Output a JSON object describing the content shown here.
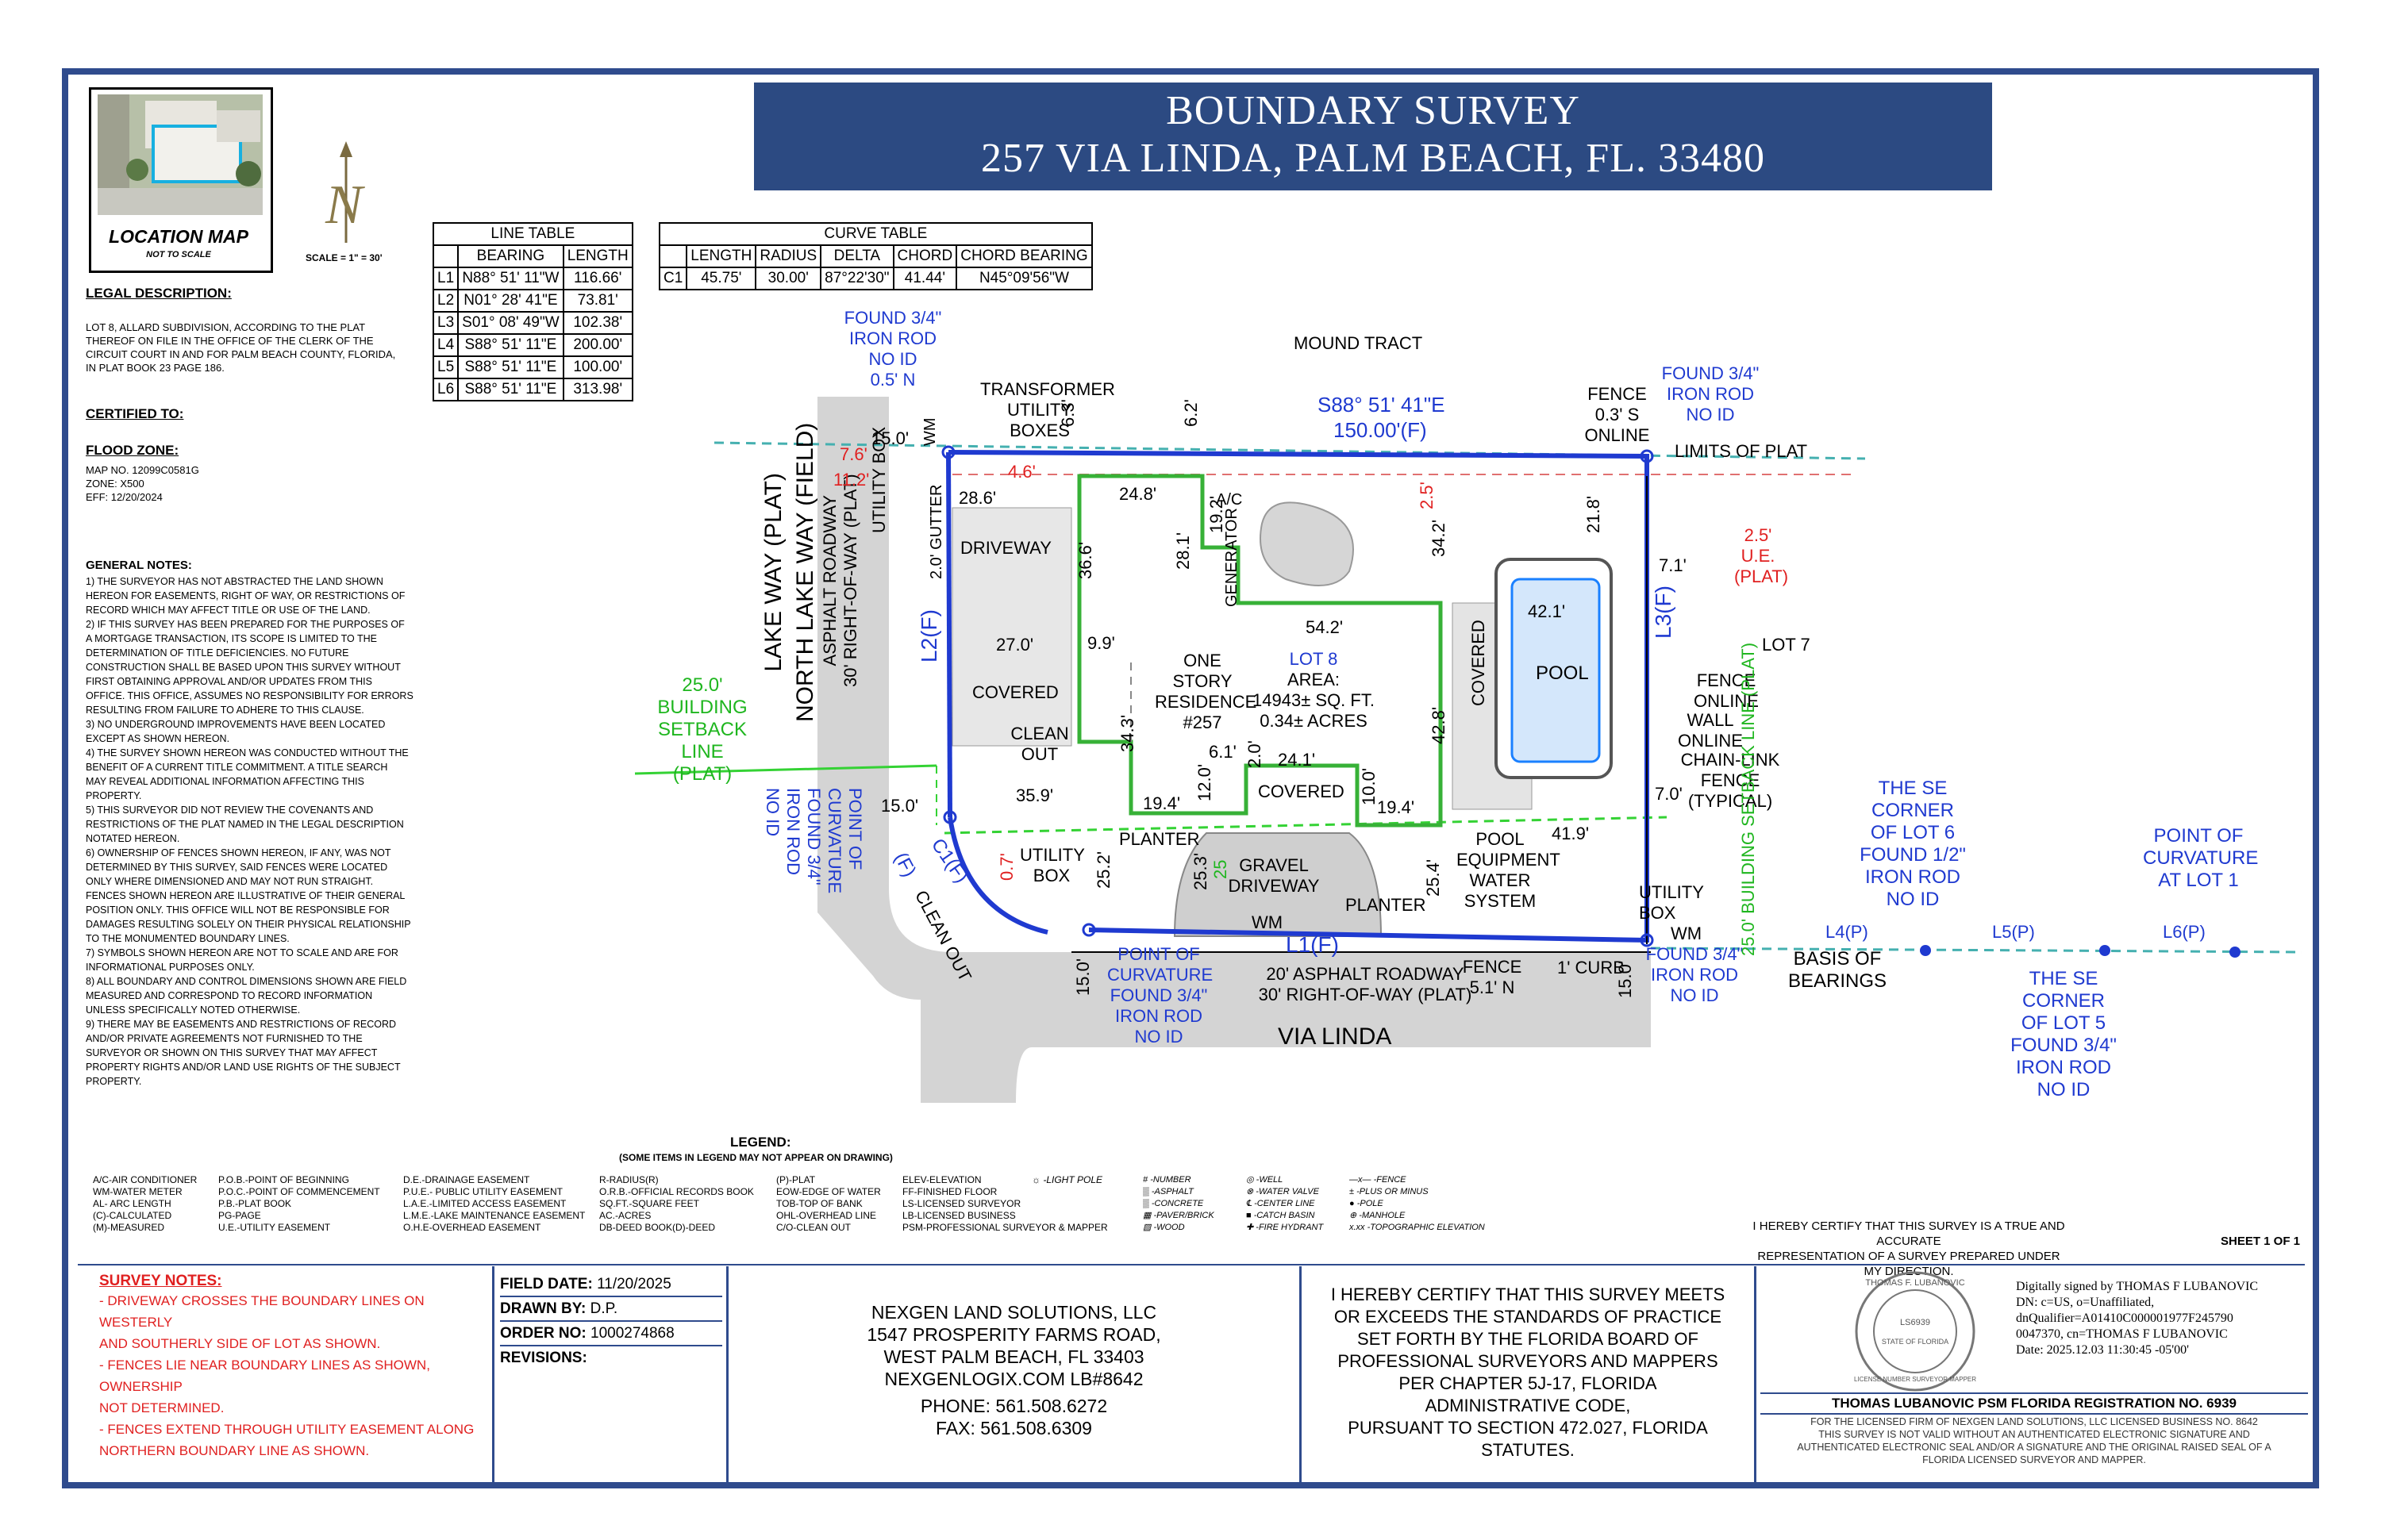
{
  "title": {
    "line1": "BOUNDARY SURVEY",
    "line2": "257 VIA LINDA, PALM BEACH, FL. 33480"
  },
  "location_map": {
    "label": "LOCATION MAP",
    "sub": "NOT TO SCALE"
  },
  "north": {
    "letter": "N",
    "scale": "SCALE = 1\" = 30'"
  },
  "legal": {
    "heading": "LEGAL DESCRIPTION:",
    "text": "LOT 8, ALLARD SUBDIVISION, ACCORDING TO THE PLAT THEREOF ON FILE IN THE OFFICE OF THE CLERK OF THE CIRCUIT COURT IN AND FOR PALM BEACH COUNTY, FLORIDA, IN PLAT BOOK 23 PAGE 186.",
    "certified": "CERTIFIED TO:",
    "flood_heading": "FLOOD ZONE:",
    "flood_lines": [
      "MAP NO. 12099C0581G",
      "ZONE: X500",
      "EFF: 12/20/2024"
    ]
  },
  "general_notes": {
    "heading": "GENERAL NOTES:",
    "lines": [
      "1) THE SURVEYOR HAS NOT ABSTRACTED THE LAND SHOWN",
      "HEREON FOR EASEMENTS, RIGHT OF WAY, OR RESTRICTIONS OF",
      "RECORD WHICH MAY AFFECT TITLE OR USE OF THE LAND.",
      "2) IF THIS SURVEY HAS BEEN PREPARED FOR THE PURPOSES OF",
      "A MORTGAGE TRANSACTION, ITS SCOPE IS LIMITED TO THE",
      "DETERMINATION OF TITLE DEFICIENCIES. NO FUTURE",
      "CONSTRUCTION SHALL BE BASED UPON THIS SURVEY WITHOUT",
      "FIRST OBTAINING APPROVAL AND/OR UPDATES FROM THIS",
      "OFFICE. THIS OFFICE, ASSUMES NO RESPONSIBILITY FOR ERRORS",
      "RESULTING FROM FAILURE TO ADHERE TO THIS CLAUSE.",
      "3) NO UNDERGROUND IMPROVEMENTS HAVE BEEN LOCATED",
      "EXCEPT AS SHOWN HEREON.",
      "4) THE SURVEY SHOWN HEREON WAS CONDUCTED WITHOUT THE",
      "BENEFIT OF A CURRENT TITLE COMMITMENT. A TITLE SEARCH",
      "MAY REVEAL ADDITIONAL INFORMATION AFFECTING THIS",
      "PROPERTY.",
      "5) THIS SURVEYOR DID NOT REVIEW THE COVENANTS AND",
      "RESTRICTIONS OF THE PLAT NAMED IN THE LEGAL DESCRIPTION",
      "NOTATED HEREON.",
      "6) OWNERSHIP OF FENCES SHOWN HEREON, IF ANY, WAS NOT",
      "DETERMINED BY THIS SURVEY, SAID FENCES WERE LOCATED",
      "ONLY WHERE DIMENSIONED AND MAY NOT RUN STRAIGHT.",
      "FENCES SHOWN HEREON ARE ILLUSTRATIVE OF THEIR GENERAL",
      "POSITION ONLY. THIS OFFICE WILL NOT BE RESPONSIBLE FOR",
      "DAMAGES RESULTING SOLELY ON THEIR PHYSICAL RELATIONSHIP",
      "TO THE MONUMENTED BOUNDARY LINES.",
      "7) SYMBOLS SHOWN HEREON ARE NOT TO SCALE AND ARE FOR",
      "INFORMATIONAL PURPOSES ONLY.",
      "8) ALL BOUNDARY AND CONTROL DIMENSIONS SHOWN ARE FIELD",
      "MEASURED AND CORRESPOND TO RECORD INFORMATION",
      "UNLESS SPECIFICALLY NOTED OTHERWISE.",
      "9) THERE MAY BE EASEMENTS AND RESTRICTIONS OF RECORD",
      "AND/OR PRIVATE AGREEMENTS NOT FURNISHED TO THE",
      "SURVEYOR OR SHOWN ON THIS SURVEY THAT MAY AFFECT",
      "PROPERTY RIGHTS AND/OR LAND USE RIGHTS OF THE SUBJECT",
      "PROPERTY."
    ]
  },
  "line_table": {
    "title": "LINE TABLE",
    "headers": [
      "",
      "BEARING",
      "LENGTH"
    ],
    "rows": [
      [
        "L1",
        "N88° 51' 11\"W",
        "116.66'"
      ],
      [
        "L2",
        "N01° 28' 41\"E",
        "73.81'"
      ],
      [
        "L3",
        "S01° 08' 49\"W",
        "102.38'"
      ],
      [
        "L4",
        "S88° 51' 11\"E",
        "200.00'"
      ],
      [
        "L5",
        "S88° 51' 11\"E",
        "100.00'"
      ],
      [
        "L6",
        "S88° 51' 11\"E",
        "313.98'"
      ]
    ]
  },
  "curve_table": {
    "title": "CURVE TABLE",
    "headers": [
      "",
      "LENGTH",
      "RADIUS",
      "DELTA",
      "CHORD",
      "CHORD BEARING"
    ],
    "rows": [
      [
        "C1",
        "45.75'",
        "30.00'",
        "87°22'30\"",
        "41.44'",
        "N45°09'56\"W"
      ]
    ]
  },
  "plan": {
    "mound_tract": "MOUND TRACT",
    "north_bearing": "S88° 51' 41\"E",
    "north_length": "150.00'(F)",
    "lot7": "LOT 7",
    "lot8": [
      "LOT 8",
      "AREA:",
      "14943± SQ. FT.",
      "0.34± ACRES"
    ],
    "residence": [
      "ONE STORY",
      "RESIDENCE",
      "#257"
    ],
    "driveway": "DRIVEWAY",
    "covered": "COVERED",
    "covered2": "COVERED",
    "covered3": "COVERED",
    "pool": "POOL",
    "generator": "GENERATOR",
    "ac": "A/C",
    "cleanout": [
      "CLEAN",
      "OUT"
    ],
    "cleanout2": [
      "CLEAN",
      "OUT"
    ],
    "planter": "PLANTER",
    "planter2": "PLANTER",
    "gravel": [
      "GRAVEL",
      "DRIVEWAY"
    ],
    "pool_equip": [
      "POOL",
      "EQUIPMENT",
      "WATER",
      "SYSTEM"
    ],
    "transformer": [
      "TRANSFORMER",
      "UTILITY",
      "BOXES"
    ],
    "utility_box": [
      "UTILITY",
      "BOX"
    ],
    "utility_box2": [
      "UTILITY",
      "BOX",
      "WM"
    ],
    "utility_box3": [
      "UTILITY",
      "BOX"
    ],
    "wm": "WM",
    "wm2": "WM",
    "found_nw": [
      "FOUND 3/4\"",
      "IRON ROD",
      "NO ID",
      "0.5' N"
    ],
    "found_ne": [
      "FOUND 3/4\"",
      "IRON ROD",
      "NO ID"
    ],
    "found_se": [
      "FOUND 3/4\"",
      "IRON ROD",
      "NO ID"
    ],
    "poc_bottom": [
      "POINT OF",
      "CURVATURE",
      "FOUND 3/4\"",
      "IRON ROD",
      "NO ID"
    ],
    "poc_left": [
      "POINT OF",
      "CURVATURE",
      "FOUND 3/4\"",
      "IRON ROD",
      "NO ID"
    ],
    "fence_ne": [
      "FENCE",
      "0.3' S",
      "ONLINE"
    ],
    "limits": "LIMITS OF PLAT",
    "fence_online": [
      "FENCE",
      "ONLINE"
    ],
    "wall_online": [
      "WALL",
      "ONLINE"
    ],
    "chainlink": [
      "CHAIN-LINK",
      "FENCE",
      "(TYPICAL)"
    ],
    "fence_s": [
      "FENCE",
      "5.1' N"
    ],
    "curb": "1' CURB",
    "road_s": [
      "20' ASPHALT ROADWAY",
      "30' RIGHT-OF-WAY (PLAT)"
    ],
    "via_linda": "VIA LINDA",
    "road_w": [
      "ASPHALT ROADWAY",
      "30' RIGHT-OF-WAY (PLAT)"
    ],
    "lake_way": [
      "LAKE WAY (PLAT)",
      "NORTH LAKE WAY (FIELD)"
    ],
    "setback_w": [
      "25.0'",
      "BUILDING",
      "SETBACK",
      "LINE (PLAT)"
    ],
    "setback_e": "25.0' BUILDING SETBACK LINE (PLAT)",
    "ue": [
      "2.5'",
      "U.E.",
      "(PLAT)"
    ],
    "basis": [
      "BASIS OF",
      "BEARINGS"
    ],
    "se_lot6": [
      "THE SE",
      "CORNER",
      "OF LOT 6",
      "FOUND 1/2\"",
      "IRON ROD",
      "NO ID"
    ],
    "se_lot5": [
      "THE SE",
      "CORNER",
      "OF LOT 5",
      "FOUND 3/4\"",
      "IRON ROD",
      "NO ID"
    ],
    "poc_lot1": [
      "POINT OF",
      "CURVATURE",
      "AT LOT 1"
    ],
    "l1": "L1(F)",
    "l2": "L2(F)",
    "l3": "L3(F)",
    "l4": "L4(P)",
    "l5": "L5(P)",
    "l6": "L6(P)",
    "c1": "C1(F)",
    "gutter": "2.0' GUTTER",
    "utility_box_w": "UTILITY BOX",
    "dims": {
      "d15a": "15.0'",
      "d76": "7.6'",
      "d112": "11.2'",
      "d46": "4.6'",
      "d286": "28.6'",
      "d63": "6.3'",
      "d62": "6.2'",
      "d248": "24.8'",
      "d281": "28.1'",
      "d192": "19.2'",
      "d366": "36.6'",
      "d99": "9.9'",
      "d270": "27.0'",
      "d343": "34.3'",
      "d542": "54.2'",
      "d342": "34.2'",
      "d25": "2.5'",
      "d218": "21.8'",
      "d71": "7.1'",
      "d421": "42.1'",
      "d428": "42.8'",
      "d70": "7.0'",
      "d359": "35.9'",
      "d194": "19.4'",
      "d61": "6.1'",
      "d20": "2.0'",
      "d241": "24.1'",
      "d120": "12.0'",
      "d100": "10.0'",
      "d194b": "19.4'",
      "d419": "41.9'",
      "d150b": "15.0'",
      "d252": "25.2'",
      "d253": "25.3'",
      "d254": "25.4'",
      "d07": "0.7'",
      "d150c": "15.0'",
      "d150d": "15.0'",
      "d25g": "25",
      "dF": "(F)"
    }
  },
  "legend": {
    "title": "LEGEND:",
    "subtitle": "(SOME ITEMS IN LEGEND MAY NOT APPEAR ON DRAWING)",
    "col1": [
      "A/C-AIR CONDITIONER",
      "WM-WATER METER",
      "AL- ARC LENGTH",
      "(C)-CALCULATED",
      "(M)-MEASURED"
    ],
    "col2": [
      "P.O.B.-POINT OF BEGINNING",
      "P.O.C.-POINT OF COMMENCEMENT",
      "P.B.-PLAT BOOK",
      "PG-PAGE",
      "U.E.-UTILITY EASEMENT"
    ],
    "col3": [
      "D.E.-DRAINAGE EASEMENT",
      "P.U.E.- PUBLIC UTILITY EASEMENT",
      "L.A.E.-LIMITED ACCESS EASEMENT",
      "L.M.E.-LAKE MAINTENANCE EASEMENT",
      "O.H.E-OVERHEAD EASEMENT"
    ],
    "col4": [
      "R-RADIUS(R)",
      "O.R.B.-OFFICIAL RECORDS BOOK",
      "SQ.FT.-SQUARE FEET",
      "AC.-ACRES",
      "DB-DEED BOOK(D)-DEED"
    ],
    "col5": [
      "(P)-PLAT",
      "EOW-EDGE OF WATER",
      "TOB-TOP OF BANK",
      "OHL-OVERHEAD LINE",
      "C/O-CLEAN OUT"
    ],
    "col6": [
      "ELEV-ELEVATION",
      "FF-FINISHED FLOOR",
      "LS-LICENSED SURVEYOR",
      "LB-LICENSED BUSINESS",
      "PSM-PROFESSIONAL SURVEYOR & MAPPER"
    ],
    "col7": [
      "-LIGHT POLE"
    ],
    "col8": [
      "-NUMBER",
      "-ASPHALT",
      "-CONCRETE",
      "-PAVER/BRICK",
      "-WOOD"
    ],
    "col9": [
      "-WELL",
      "-WATER VALVE",
      "-CENTER LINE",
      "-CATCH BASIN",
      "-FIRE HYDRANT"
    ],
    "col10": [
      "-FENCE",
      "-PLUS OR MINUS",
      "-POLE",
      "-MANHOLE",
      "-TOPOGRAPHIC ELEVATION"
    ]
  },
  "certify_small": [
    "I HEREBY CERTIFY THAT THIS SURVEY IS A TRUE AND ACCURATE",
    "REPRESENTATION OF A SURVEY PREPARED UNDER MY DIRECTION."
  ],
  "sheet": "SHEET 1 OF 1",
  "survey_notes": {
    "heading": "SURVEY NOTES:",
    "lines": [
      "- DRIVEWAY CROSSES THE BOUNDARY LINES ON WESTERLY",
      "AND SOUTHERLY SIDE OF LOT AS SHOWN.",
      "- FENCES LIE NEAR BOUNDARY LINES AS SHOWN, OWNERSHIP",
      "NOT DETERMINED.",
      "- FENCES EXTEND THROUGH UTILITY EASEMENT ALONG",
      "NORTHERN BOUNDARY LINE AS SHOWN."
    ]
  },
  "field": {
    "field_date_label": "FIELD DATE:",
    "field_date": "11/20/2025",
    "drawn_label": "DRAWN BY:",
    "drawn": "D.P.",
    "order_label": "ORDER NO:",
    "order": "1000274868",
    "revisions": "REVISIONS:"
  },
  "company": {
    "lines": [
      "NEXGEN LAND SOLUTIONS, LLC",
      "1547 PROSPERITY FARMS ROAD,",
      "WEST PALM BEACH, FL 33403",
      "NEXGENLOGIX.COM  LB#8642"
    ],
    "phone": "PHONE: 561.508.6272",
    "fax": "FAX: 561.508.6309"
  },
  "certify_big": [
    "I HEREBY CERTIFY THAT THIS SURVEY MEETS",
    "OR EXCEEDS THE STANDARDS OF PRACTICE",
    "SET FORTH BY THE FLORIDA BOARD OF",
    "PROFESSIONAL SURVEYORS AND MAPPERS",
    "PER CHAPTER 5J-17, FLORIDA",
    "ADMINISTRATIVE CODE,",
    "PURSUANT TO SECTION 472.027, FLORIDA",
    "STATUTES."
  ],
  "seal": {
    "top": "THOMAS F. LUBANOVIC",
    "no": "LS6939",
    "state": "STATE OF FLORIDA",
    "ring": "LICENSE NUMBER SURVEYOR MAPPER"
  },
  "signature": [
    "Digitally signed by THOMAS F LUBANOVIC",
    "DN: c=US, o=Unaffiliated,",
    "dnQualifier=A01410C000001977F245790",
    "0047370, cn=THOMAS F LUBANOVIC",
    "Date: 2025.12.03 11:30:45 -05'00'"
  ],
  "psm": "THOMAS LUBANOVIC PSM FLORIDA REGISTRATION NO. 6939",
  "psm_small": [
    "FOR THE LICENSED FIRM OF NEXGEN LAND SOLUTIONS, LLC LICENSED BUSINESS NO. 8642",
    "THIS SURVEY IS NOT VALID WITHOUT AN AUTHENTICATED ELECTRONIC SIGNATURE AND",
    "AUTHENTICATED ELECTRONIC SEAL AND/OR A SIGNATURE AND THE ORIGINAL RAISED SEAL OF A",
    "FLORIDA LICENSED SURVEYOR AND MAPPER."
  ],
  "colors": {
    "frame": "#2f4b8d",
    "boundary": "#1f3ad0",
    "building": "#37b137",
    "setback": "#34d234",
    "red_dim": "#e02020"
  }
}
